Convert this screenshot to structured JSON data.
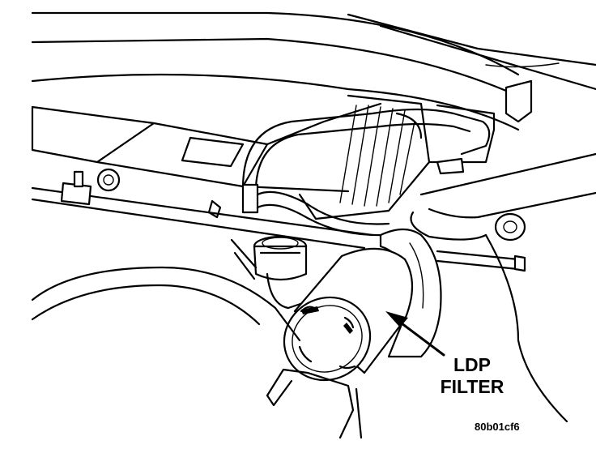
{
  "callout": {
    "line1": "LDP",
    "line2": "FILTER"
  },
  "figure_id": "80b01cf6",
  "colors": {
    "ink": "#000000",
    "paper": "#ffffff"
  }
}
